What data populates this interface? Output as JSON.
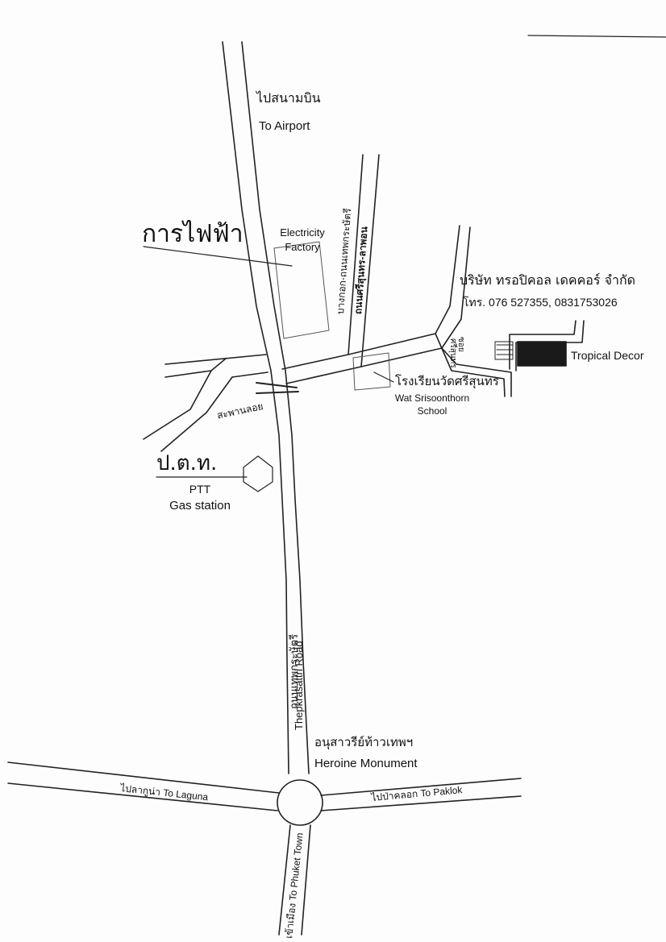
{
  "map": {
    "top_label_thai": "ไปสนามบิน",
    "top_label_en": "To Airport",
    "electricity_thai": "การไฟฟ้า",
    "electricity_en_line1": "Electricity",
    "electricity_en_line2": "Factory",
    "side_road_thai_1": "บางกอก-ถนนเทพกระษัตรี",
    "side_road_thai_2": "ถนนศรีสุนทร-ลาพอน",
    "company_thai": "บริษัท ทรอปิคอล เดคคอร์ จำกัด",
    "company_phone": "โทร. 076 527355, 0831753026",
    "tropical_decor": "Tropical Decor",
    "soi_thai": "ซอย",
    "soi_name_thai": "ศรีสุนทร",
    "school_thai": "โรงเรียนวัดศรีสุนทร",
    "school_en_line1": "Wat Srisoonthorn",
    "school_en_line2": "School",
    "bridge_thai": "สะพานลอย",
    "ptt_thai": "ป.ต.ท.",
    "ptt_en_line1": "PTT",
    "ptt_en_line2": "Gas station",
    "main_road_thai": "ถนนเทพกระษัตรี",
    "main_road_en": "Thepkrasattri Road",
    "monument_thai": "อนุสาวรีย์ท้าวเทพฯ",
    "monument_en": "Heroine Monument",
    "laguna_label": "ไปลากูน่า To Laguna",
    "paklok_label": "ไปป่าคลอก To Paklok",
    "phuket_label": "เข้าเมือง To Phuket Town"
  }
}
